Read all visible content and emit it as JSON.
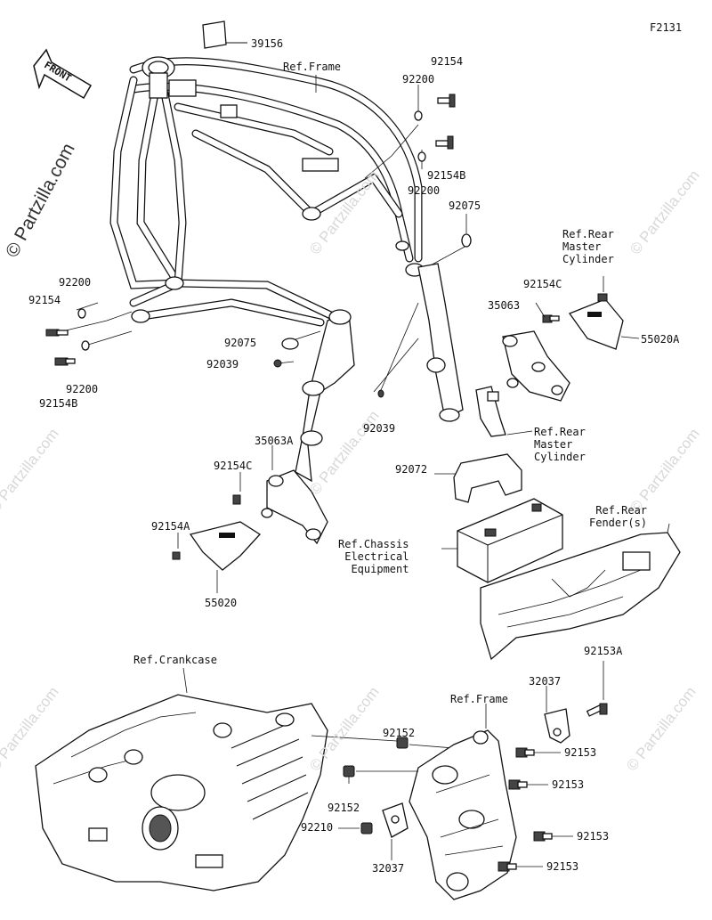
{
  "figure_code": "F2131",
  "watermark": "© Partzilla.com",
  "front_label": "FRONT",
  "labels": {
    "l39156": "39156",
    "ref_frame_top": "Ref.Frame",
    "l92154_top": "92154",
    "l92200_top": "92200",
    "l92154B_top": "92154B",
    "l92200_mid": "92200",
    "l92075_right": "92075",
    "ref_rear_master_cyl_1": "Ref.Rear\nMaster\nCylinder",
    "l92154C_right": "92154C",
    "l35063": "35063",
    "l55020A": "55020A",
    "l92200_left_a": "92200",
    "l92154_left": "92154",
    "l92200_left_b": "92200",
    "l92154B_left": "92154B",
    "l92075_left": "92075",
    "l92039_left": "92039",
    "l92039_mid": "92039",
    "ref_rear_master_cyl_2": "Ref.Rear\nMaster\nCylinder",
    "l35063A": "35063A",
    "l92072": "92072",
    "l92154C_left": "92154C",
    "ref_rear_fender": "Ref.Rear\nFender(s)",
    "l92154A": "92154A",
    "ref_chassis_elec": "Ref.Chassis\nElectrical\nEquipment",
    "l55020": "55020",
    "ref_crankcase": "Ref.Crankcase",
    "l92153A": "92153A",
    "l32037_top": "32037",
    "ref_frame_bottom": "Ref.Frame",
    "l92152_top": "92152",
    "l92153_a": "92153",
    "l92153_b": "92153",
    "l92152_bottom": "92152",
    "l92210": "92210",
    "l92153_c": "92153",
    "l32037_bottom": "32037",
    "l92153_d": "92153"
  }
}
